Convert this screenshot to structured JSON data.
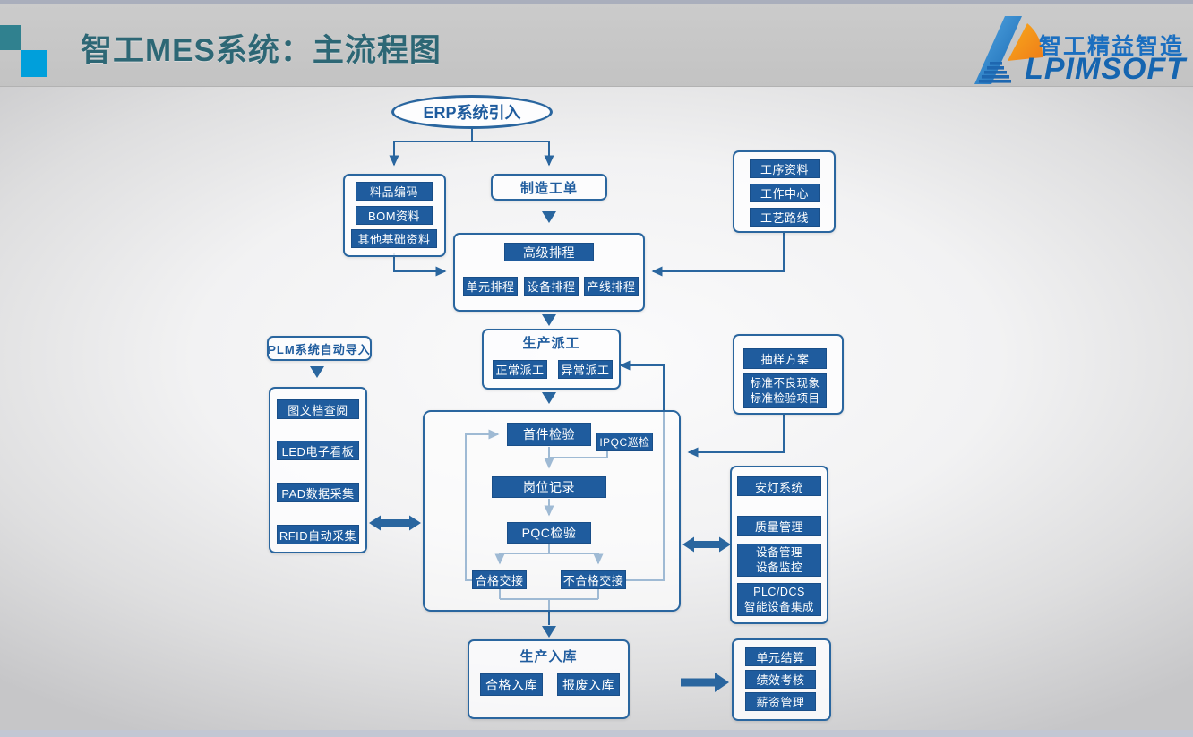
{
  "header": {
    "title": "智工MES系统：主流程图"
  },
  "logo": {
    "cn": "智工精益智造",
    "en": "LPIMSOFT"
  },
  "colors": {
    "chip_fill": "#1f5c9e",
    "connector_line": "#2a669f",
    "title_text": "#2d6775",
    "teal_square": "#30818f",
    "blue_square": "#009fdb",
    "logo_blue": "#1b6fc0",
    "logo_orange": "#f59b1e"
  },
  "nodes": {
    "erp": "ERP系统引入",
    "item_code": "料品编码",
    "bom": "BOM资料",
    "other_base": "其他基础资料",
    "mfg_order": "制造工单",
    "process_data": "工序资料",
    "work_center": "工作中心",
    "routing": "工艺路线",
    "aps": "高级排程",
    "unit_sched": "单元排程",
    "equip_sched": "设备排程",
    "line_sched": "产线排程",
    "dispatch": "生产派工",
    "normal_dispatch": "正常派工",
    "abnormal_dispatch": "异常派工",
    "plm": "PLM系统自动导入",
    "doc_view": "图文档查阅",
    "led_board": "LED电子看板",
    "pad_collect": "PAD数据采集",
    "rfid_collect": "RFID自动采集",
    "sampling": "抽样方案",
    "standards": "标准不良现象\n标准检验项目",
    "first_inspect": "首件检验",
    "ipqc": "IPQC巡检",
    "station_record": "岗位记录",
    "pqc": "PQC检验",
    "pass_handover": "合格交接",
    "fail_handover": "不合格交接",
    "andon": "安灯系统",
    "quality_mgmt": "质量管理",
    "equip_mgmt": "设备管理\n设备监控",
    "plc_dcs": "PLC/DCS\n智能设备集成",
    "warehouse": "生产入库",
    "pass_in": "合格入库",
    "scrap_in": "报废入库",
    "unit_settle": "单元结算",
    "perf_review": "绩效考核",
    "salary_mgmt": "薪资管理"
  }
}
